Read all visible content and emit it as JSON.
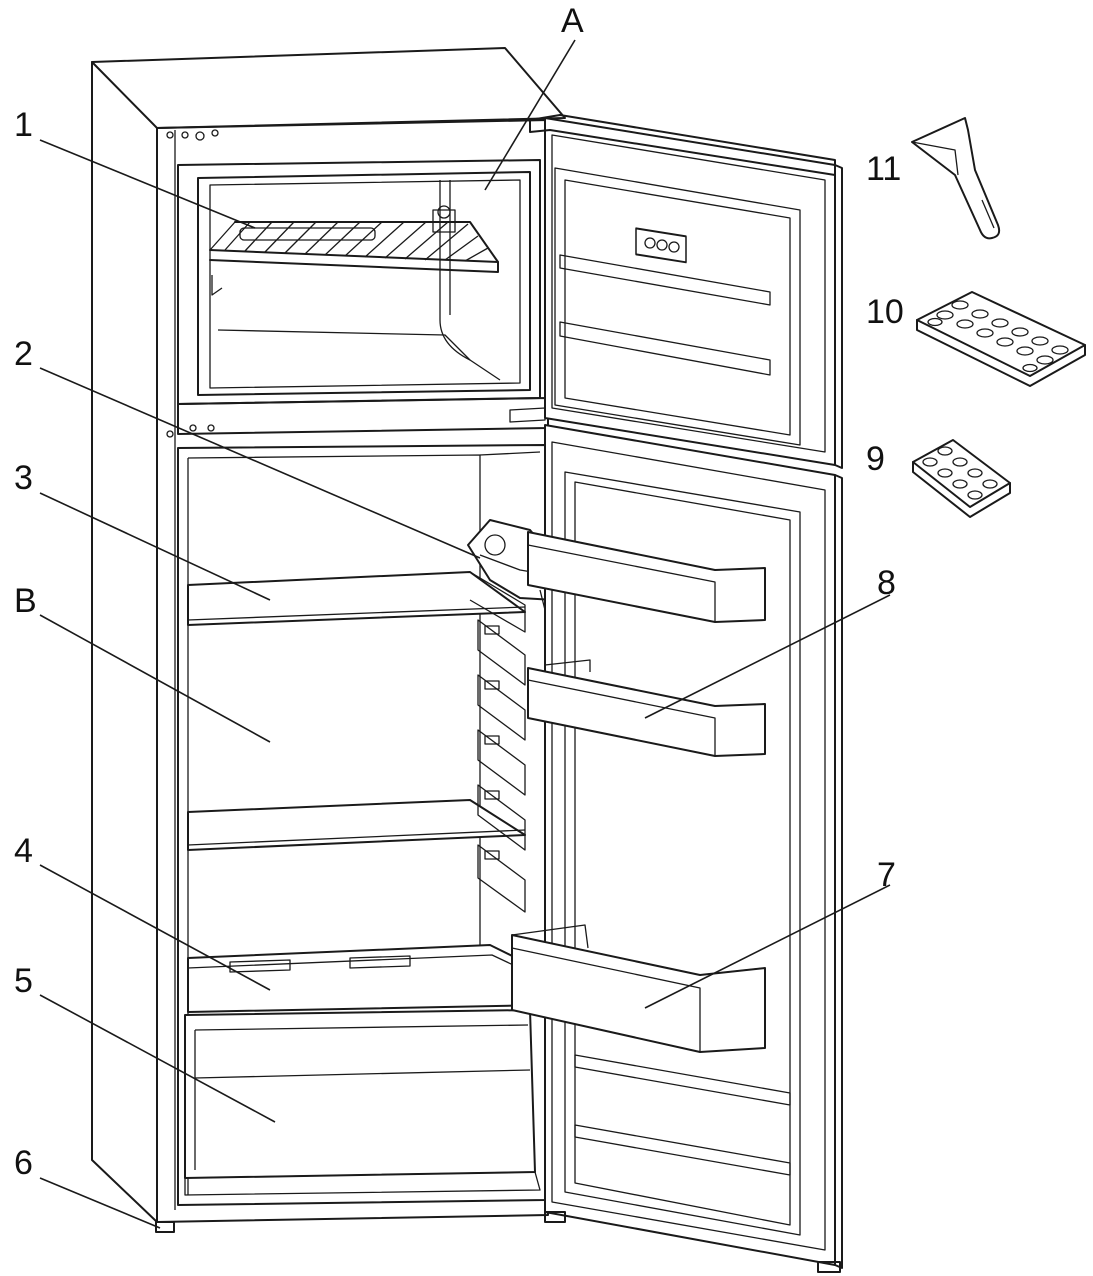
{
  "callouts": {
    "A": "A",
    "n1": "1",
    "n2": "2",
    "n3": "3",
    "B": "B",
    "n4": "4",
    "n5": "5",
    "n6": "6",
    "n7": "7",
    "n8": "8",
    "n9": "9",
    "n10": "10",
    "n11": "11"
  },
  "colors": {
    "line": "#1a1a1a",
    "background": "#ffffff"
  },
  "icons": [
    "ice-scraper-icon",
    "ice-tray-icon",
    "egg-tray-icon"
  ]
}
